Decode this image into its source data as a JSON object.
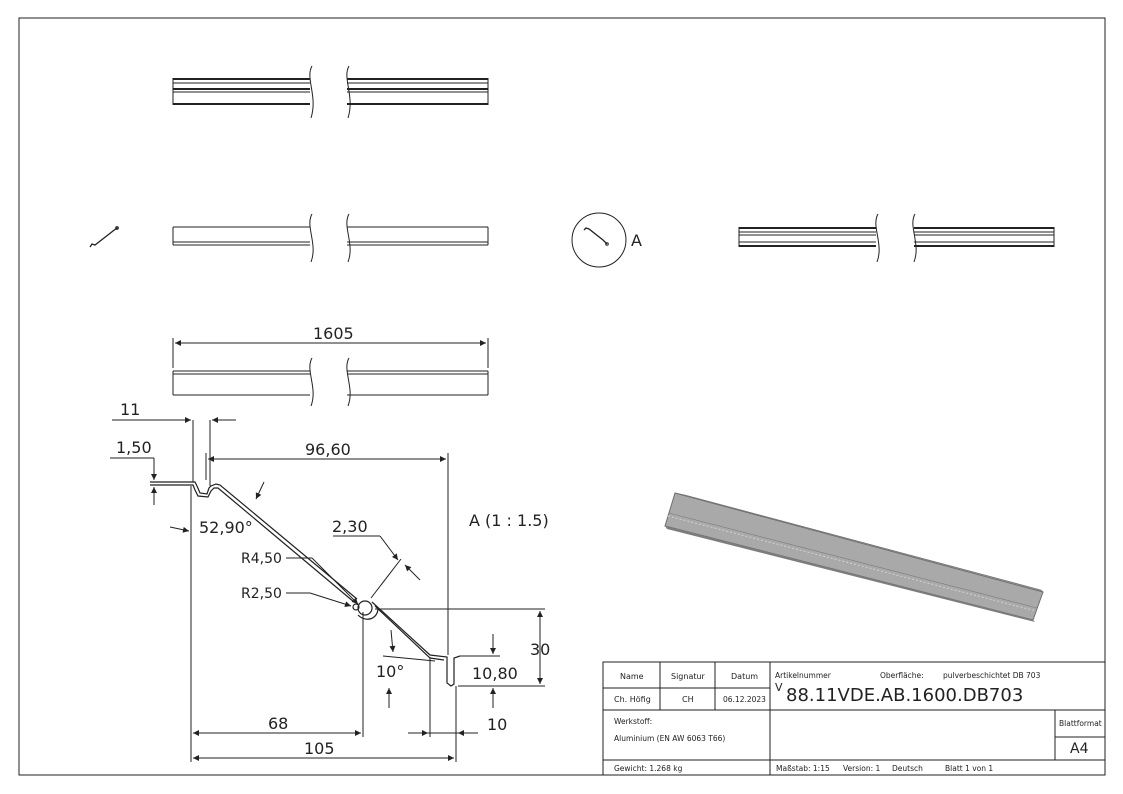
{
  "dimensions": {
    "length": "1605",
    "width_11": "11",
    "thickness_150": "1,50",
    "span_9660": "96,60",
    "angle_5290": "52,90°",
    "thickness_230": "2,30",
    "radius_450": "R4,50",
    "radius_250": "R2,50",
    "height_30": "30",
    "angle_10": "10°",
    "lip_1080": "10,80",
    "width_68": "68",
    "width_105": "105",
    "width_10": "10"
  },
  "detail": {
    "label": "A",
    "scale_label": "A (1 : 1.5)"
  },
  "title_block": {
    "name_header": "Name",
    "signature_header": "Signatur",
    "date_header": "Datum",
    "name_value": "Ch. Höfig",
    "signature_value": "CH",
    "date_value": "06.12.2023",
    "article_label": "Artikelnummer",
    "surface_label": "Oberfläche:",
    "surface_value": "pulverbeschichtet DB 703",
    "article_prefix": "V",
    "article_number": "88.11VDE.AB.1600.DB703",
    "material_label": "Werkstoff:",
    "material_value": "Aluminium (EN AW 6063 T66)",
    "sheet_format_label": "Blattformat",
    "sheet_format_value": "A4",
    "weight": "Gewicht: 1.268 kg",
    "scale": "Maßstab: 1:15",
    "version": "Version: 1",
    "language": "Deutsch",
    "sheet": "Blatt 1 von 1"
  },
  "colors": {
    "line": "#222222",
    "iso_face": "#a9a9a9",
    "iso_edge": "#6e6e6e"
  }
}
